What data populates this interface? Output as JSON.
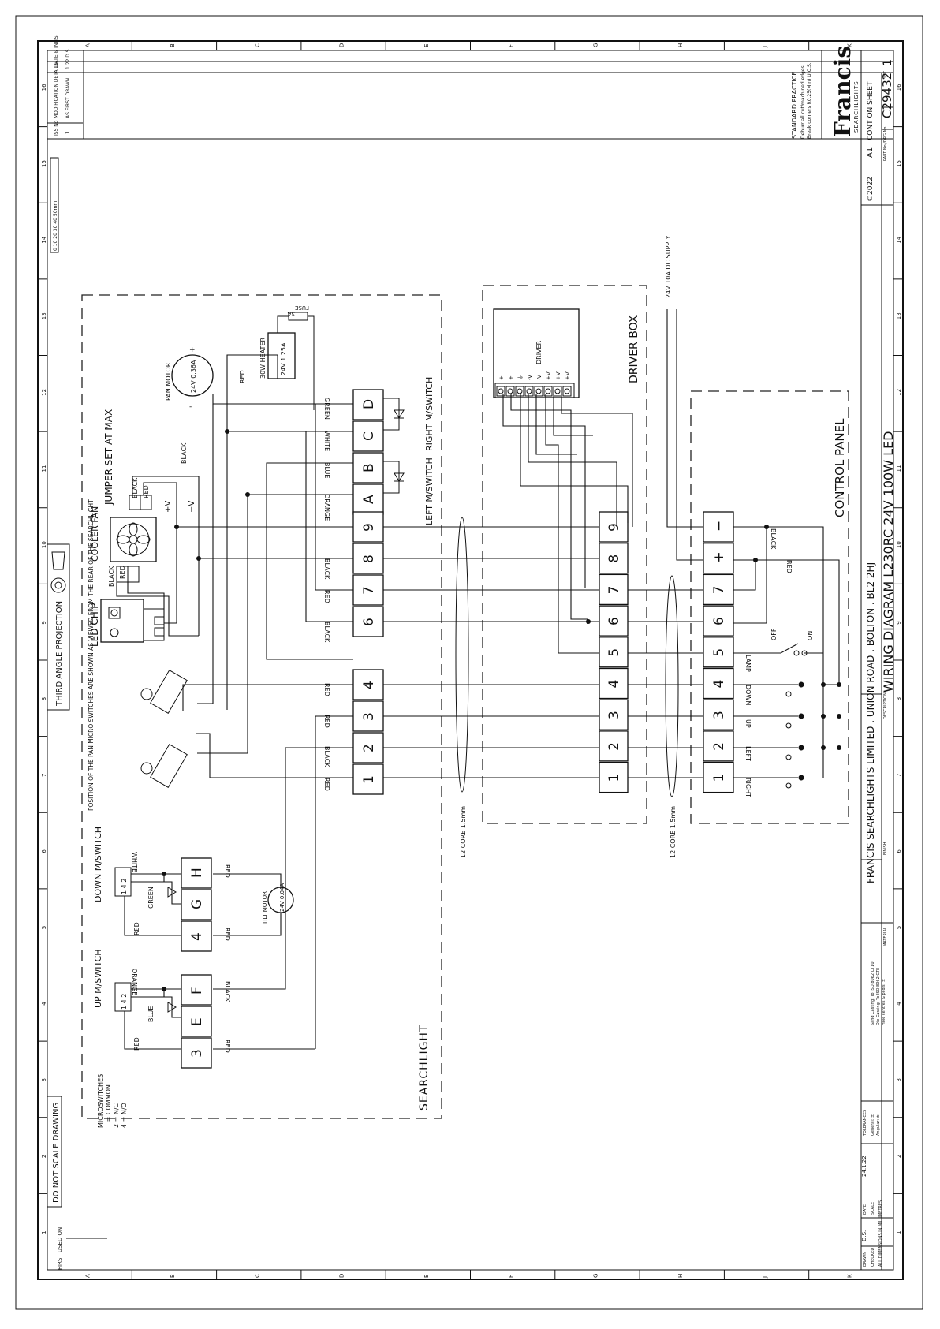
{
  "sheet": {
    "grid_numbers": [
      "16",
      "15",
      "14",
      "13",
      "12",
      "11",
      "10",
      "9",
      "8",
      "7",
      "6",
      "5",
      "4",
      "3",
      "2",
      "1"
    ],
    "grid_letters": [
      "A",
      "B",
      "C",
      "D",
      "E",
      "F",
      "G",
      "H",
      "J",
      "K"
    ]
  },
  "revision": {
    "headers": [
      "ISS No",
      "MODIFICATION DETAILS",
      "DATE & INITS"
    ],
    "rows": [
      {
        "iss": "1",
        "details": "AS FIRST DRAWN",
        "date": "1.22 D.S."
      }
    ]
  },
  "scale_bar": {
    "label": "0 10 20 30 40 50mm"
  },
  "standard_practice": {
    "title": "STANDARD PRACTICE",
    "line1": "Deburr all cut/machined edges",
    "line2": "Break corners R0.25(Min) U.O.S."
  },
  "logo": {
    "text": "Francis",
    "sub": "SEARCHLIGHTS"
  },
  "title_block": {
    "copyright": "©2022",
    "size": "A1",
    "cont_on": "CONT ON SHEET",
    "part_label": "PART No./DRG No.",
    "drawing_no": "C29432",
    "sht_label": "SHT",
    "sheet_no": "1",
    "company": "FRANCIS SEARCHLIGHTS LIMITED . UNION ROAD . BOLTON . BL2 2HJ",
    "description_label": "DESCRIPTION",
    "description": "WIRING DIAGRAM L230RC 24V 100W LED",
    "finish_label": "FINISH",
    "material_label": "MATERIAL",
    "tolerances_label": "TOLERANCES",
    "tol1": "Sand Casting: To ISO 8062 CT10",
    "tol2": "Die Casting:  To ISO 8062 CT8",
    "tol3": "Hole centres & pcd's: ±",
    "tol4": "General: ±",
    "tol5": "Angular: ±",
    "drawn_label": "DRAWN",
    "drawn": "D.S.",
    "date_label": "DATE",
    "date": "24.1.22",
    "checked_label": "CHECKED",
    "scale_label": "SCALE",
    "dims_note": "ALL DIMENSIONS IN MILLIMETRES",
    "third_angle": "THIRD ANGLE PROJECTION",
    "do_not_scale": "DO NOT SCALE DRAWING",
    "first_used": "FIRST USED ON"
  },
  "searchlight": {
    "label": "SEARCHLIGHT",
    "pan_motor": "PAN MOTOR",
    "pan_motor_rating": "24V 0.36A",
    "heater": "30W HEATER",
    "heater_rating": "24V 1.25A",
    "fuse": "FUSE",
    "fuse_rating": "3A",
    "jumper": "JUMPER SET AT MAX",
    "cooler_fan": "COOLER FAN",
    "led_chip": "LED CHIP",
    "micro_note": "POSITION OF THE PAN MICRO SWITCHES ARE SHOWN AS VIEWED FROM THE REAR OF THE SEARCHLIGHT",
    "microswitch_legend": [
      "MICROSWITCHES",
      "1 = COMMON",
      "2 = N/C",
      "4 = N/O"
    ],
    "right_switch": "RIGHT M/SWITCH",
    "left_switch": "LEFT M/SWITCH",
    "down_switch": "DOWN M/SWITCH",
    "up_switch": "UP M/SWITCH",
    "tilt_motor": "TILT MOTOR",
    "tilt_rating": "24V 0.04A",
    "letter_terminals": [
      "D",
      "C",
      "B",
      "A"
    ],
    "number_terminals": [
      "9",
      "8",
      "7",
      "6"
    ],
    "pan_terminals": [
      "4",
      "3",
      "2",
      "1"
    ],
    "tilt_terminals": [
      "H",
      "G",
      "4",
      "F",
      "E",
      "3"
    ]
  },
  "wire_colors": {
    "green": "GREEN",
    "white": "WHITE",
    "blue": "BLUE",
    "orange": "ORANGE",
    "black": "BLACK",
    "red": "RED"
  },
  "cables": {
    "core": "12 CORE 1.5mm"
  },
  "driver_box": {
    "label": "DRIVER BOX",
    "driver": "DRIVER",
    "supply": "24V 10A DC SUPPLY",
    "pins": [
      "+",
      "+",
      "⏚",
      "-V",
      "-V",
      "+V",
      "+V",
      "+V"
    ],
    "terminals": [
      "9",
      "8",
      "7",
      "6",
      "5",
      "4",
      "3",
      "2",
      "1"
    ]
  },
  "control_panel": {
    "label": "CONTROL PANEL",
    "terminals": [
      "−",
      "+",
      "7",
      "6",
      "5",
      "4",
      "3",
      "2",
      "1"
    ],
    "labels": {
      "black": "BLACK",
      "red": "RED",
      "lamp": "LAMP",
      "down": "DOWN",
      "up": "UP",
      "left": "LEFT",
      "right": "RIGHT",
      "off": "OFF",
      "on": "ON"
    }
  }
}
